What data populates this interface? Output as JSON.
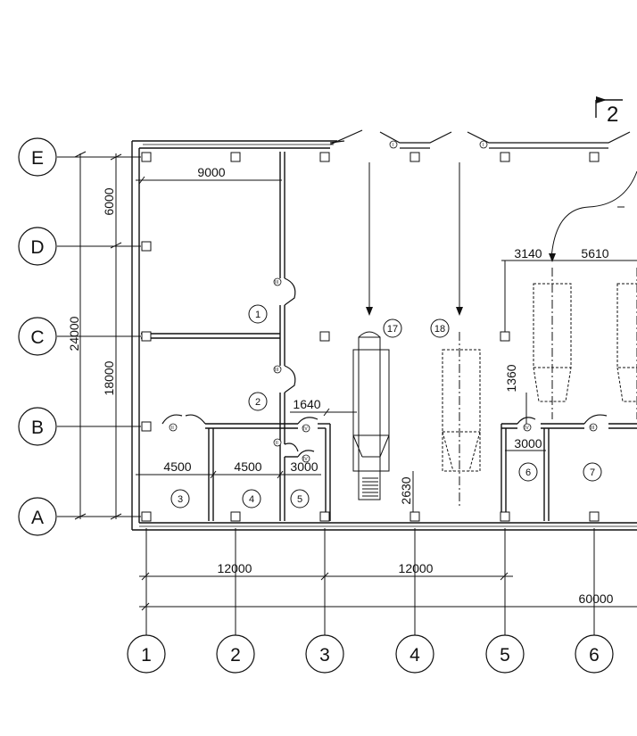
{
  "axes": {
    "rows": [
      "E",
      "D",
      "C",
      "B",
      "A"
    ],
    "columns": [
      "1",
      "2",
      "3",
      "4",
      "5",
      "6"
    ]
  },
  "section_mark": "2",
  "dimensions": {
    "row_e_d": "6000",
    "row_d_b": "18000",
    "row_total": "24000",
    "top_width": "9000",
    "bay_a": "4500",
    "bay_b": "4500",
    "bay_c": "3000",
    "corridor": "1640",
    "bay_e": "3000",
    "offset_3140": "3140",
    "offset_5610": "5610",
    "offset_1360": "1360",
    "offset_2630": "2630",
    "span_1_3": "12000",
    "span_3_5": "12000",
    "overall": "60000"
  },
  "rooms": [
    "1",
    "2",
    "3",
    "4",
    "5",
    "6",
    "7",
    "17",
    "18"
  ],
  "door_tags": [
    "III",
    "III",
    "II",
    "IV",
    "IV",
    "IV",
    "III"
  ],
  "beam_tags": [
    "I",
    "I"
  ]
}
